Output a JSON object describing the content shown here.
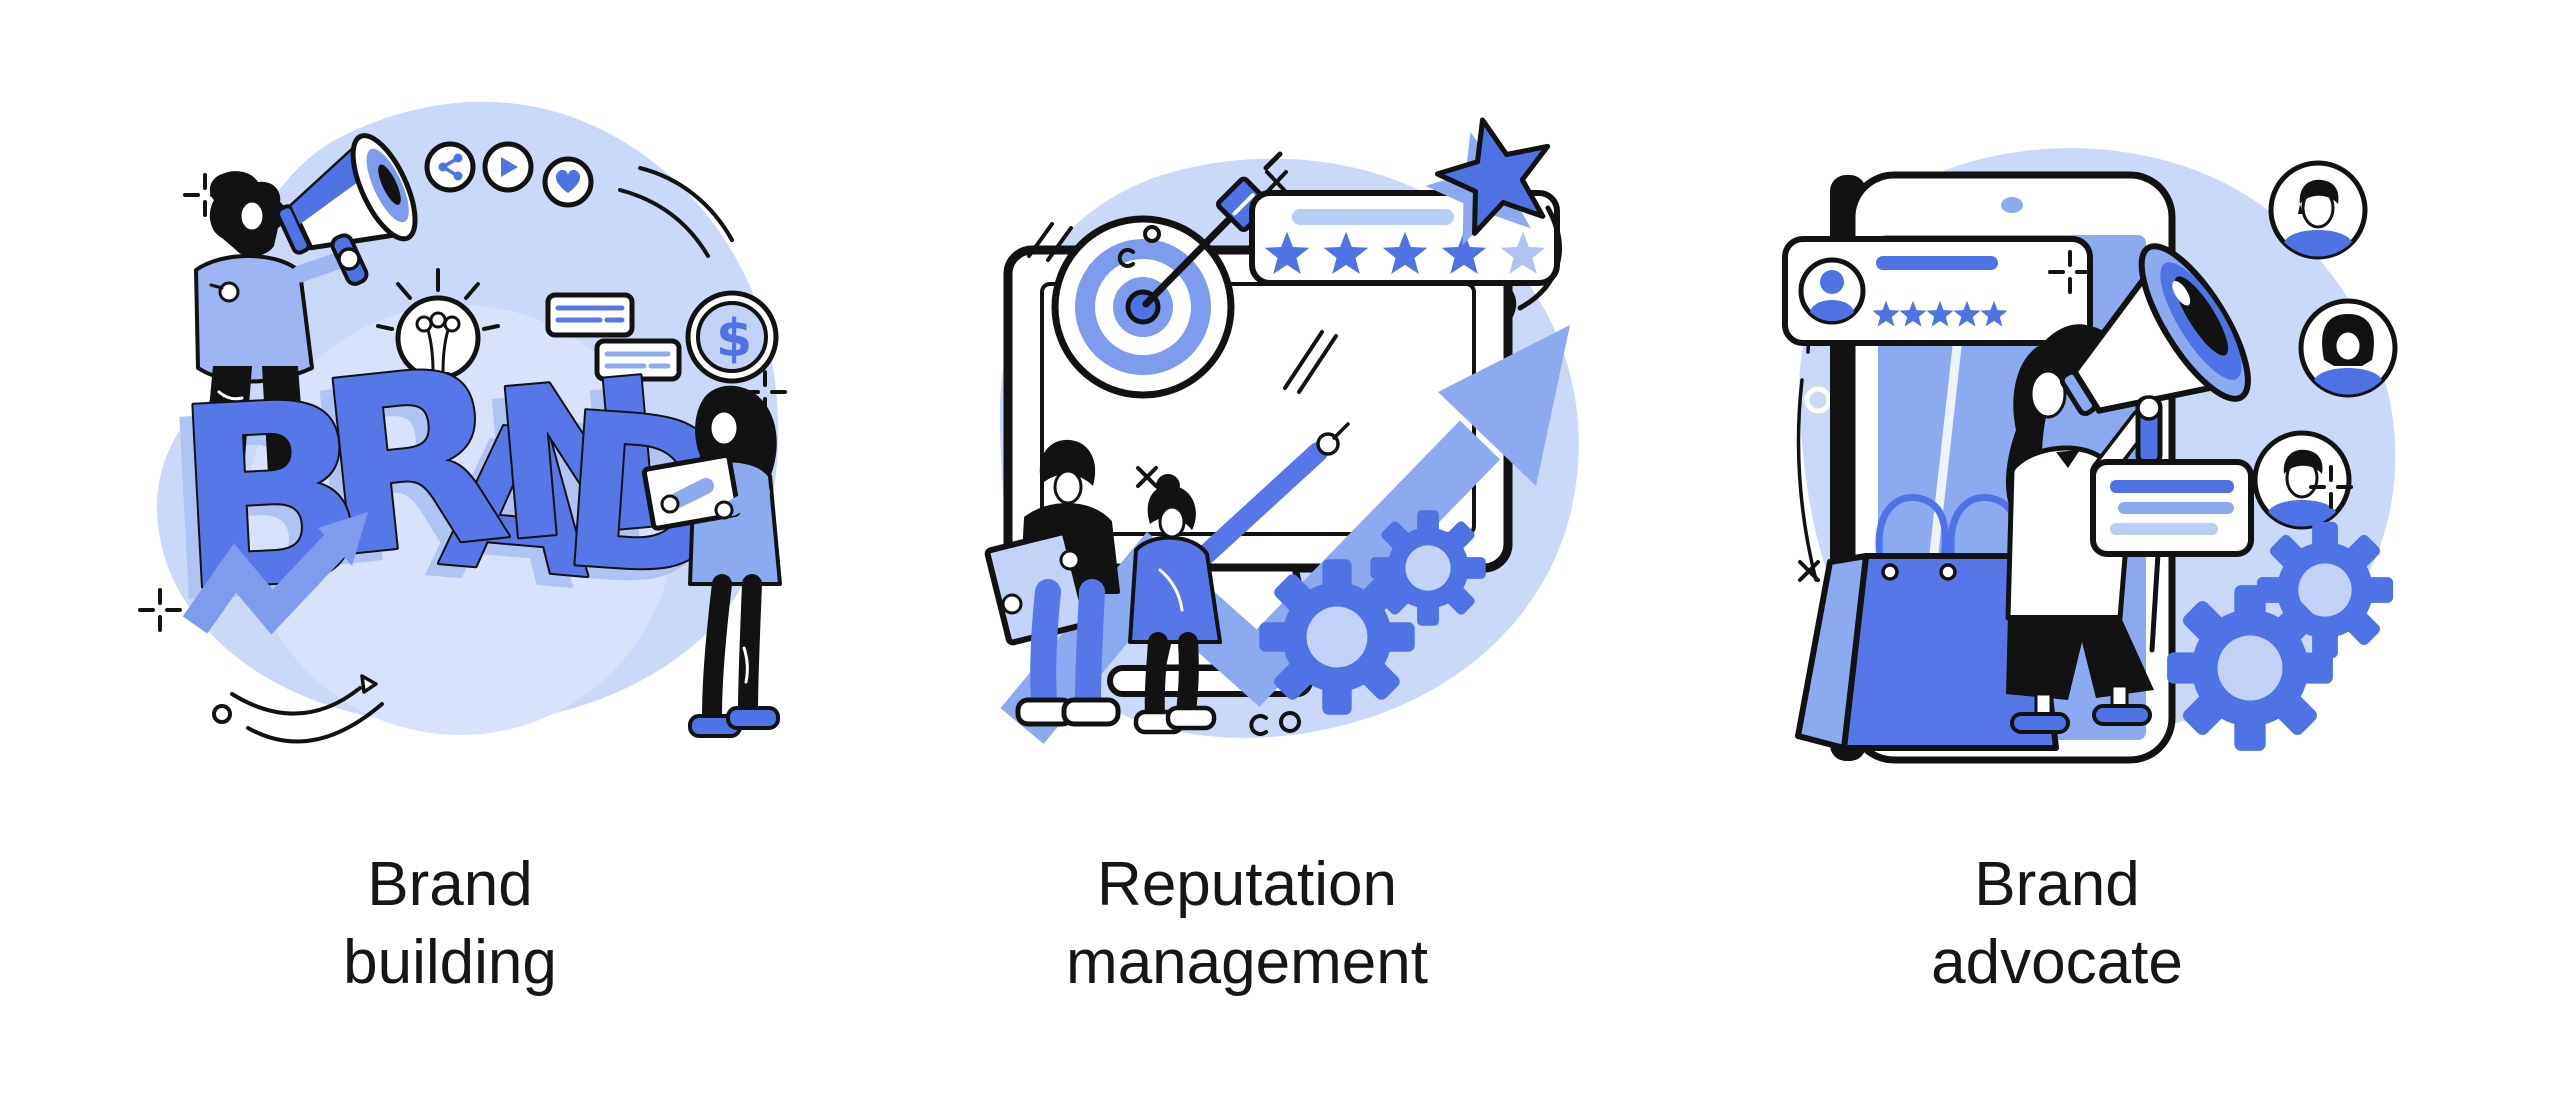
{
  "page": {
    "background": "#ffffff",
    "type": "concept-illustration-set"
  },
  "palette": {
    "paper": "#ffffff",
    "ink": "#121212",
    "caption": "#161616",
    "blob": "#cbd9f8",
    "blob-light": "#d8e2fb",
    "light": "#c3d3f7",
    "bar": "#b9cdf6",
    "shadow": "#b0c4f4",
    "medium": "#8caaf0",
    "soft": "#9eb5f2",
    "periwinkle": "#7e9cee",
    "accent": "#5677e8",
    "strong": "#4d73e5"
  },
  "illustrations": [
    {
      "name": "brand-building",
      "caption_line1": "Brand",
      "caption_line2": "building",
      "brand_word": {
        "word": "BRAND",
        "letters": [
          "B",
          "R",
          "A",
          "N",
          "D"
        ]
      },
      "coin_symbol": "$",
      "icons": [
        "megaphone",
        "share",
        "play",
        "heart",
        "lightbulb",
        "chat-bubbles",
        "dollar-coin",
        "tablet",
        "growth-arrow",
        "sparkles"
      ],
      "figures": [
        "man-with-megaphone",
        "woman-with-tablet"
      ]
    },
    {
      "name": "reputation-management",
      "caption_line1": "Reputation",
      "caption_line2": "management",
      "rating": {
        "filled": 4,
        "total": 5
      },
      "icons": [
        "monitor",
        "target-with-dart",
        "rating-card",
        "star-badge",
        "growth-arrow",
        "gears"
      ],
      "figures": [
        "man-with-clipboard",
        "woman-pointing-up"
      ]
    },
    {
      "name": "brand-advocate",
      "caption_line1": "Brand",
      "caption_line2": "advocate",
      "review_rating": {
        "filled": 5,
        "total": 5
      },
      "icons": [
        "smartphone",
        "review-card",
        "megaphone",
        "user-avatars",
        "chat-bubble",
        "shopping-bag",
        "gears",
        "sparkles"
      ],
      "figures": [
        "woman-with-megaphone"
      ]
    }
  ]
}
